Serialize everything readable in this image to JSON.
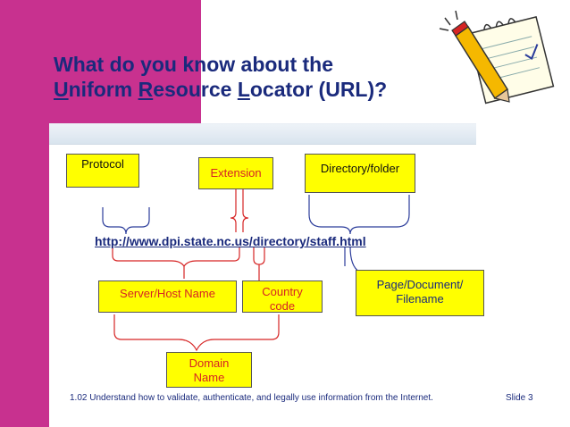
{
  "title": {
    "line1": "What do you know about the",
    "line2_parts": [
      "U",
      "niform ",
      "R",
      "esource ",
      "L",
      "ocator (URL)?"
    ]
  },
  "diagram": {
    "protocol": "Protocol",
    "extension": "Extension",
    "directory": "Directory/folder",
    "url": "http://www.dpi.state.nc.us/directory/staff.html",
    "server": "Server/Host Name",
    "country_line1": "Country",
    "country_line2": "code",
    "page_line1": "Page/Document/",
    "page_line2": "Filename",
    "domain_line1": "Domain",
    "domain_line2": "Name"
  },
  "footer": {
    "text": "1.02 Understand how to validate, authenticate, and legally use information from the Internet.",
    "slide": "Slide 3"
  },
  "colors": {
    "accent": "#c8318f",
    "title": "#1a2a7c",
    "box_fill": "#ffff00",
    "brace_blue": "#2c3d9b",
    "brace_red": "#d62424"
  },
  "icons": {
    "clipart": "pencil-notepad-icon"
  }
}
